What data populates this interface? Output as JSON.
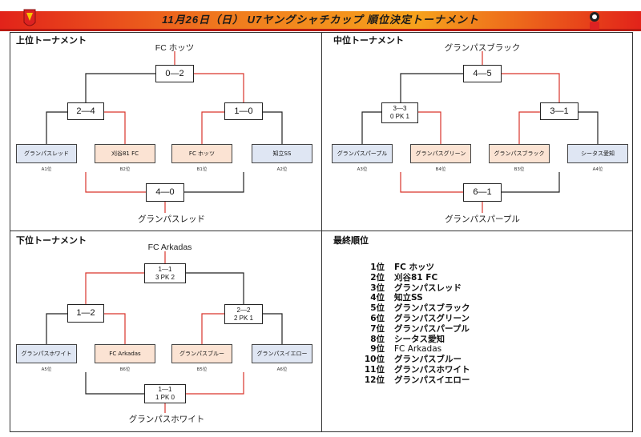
{
  "header": {
    "title": "11月26日（日） U7ヤングシャチカップ 順位決定トーナメント"
  },
  "upper": {
    "title": "上位トーナメント",
    "winner": "FC ホッツ",
    "final": "0―2",
    "semi_left": "2―4",
    "semi_right": "1―0",
    "third_match": "4―0",
    "third_winner": "グランパスレッド",
    "teams": [
      "グランパスレッド",
      "刈谷81 FC",
      "FC ホッツ",
      "知立SS"
    ],
    "seeds": [
      "A1位",
      "B2位",
      "B1位",
      "A2位"
    ]
  },
  "middle": {
    "title": "中位トーナメント",
    "winner": "グランパスブラック",
    "final": "4―5",
    "semi_left_score": "3―3",
    "semi_left_pk": "0 PK 1",
    "semi_right": "3―1",
    "third_match": "6―1",
    "third_winner": "グランパスパープル",
    "teams": [
      "グランパスパープル",
      "グランパスグリーン",
      "グランパスブラック",
      "シータス愛知"
    ],
    "seeds": [
      "A3位",
      "B4位",
      "B3位",
      "A4位"
    ]
  },
  "lower": {
    "title": "下位トーナメント",
    "winner": "FC Arkadas",
    "final_score": "1―1",
    "final_pk": "3 PK 2",
    "semi_left": "1―2",
    "semi_right_score": "2―2",
    "semi_right_pk": "2 PK 1",
    "third_score": "1―1",
    "third_pk": "1 PK 0",
    "third_winner": "グランパスホワイト",
    "teams": [
      "グランパスホワイト",
      "FC Arkadas",
      "グランパスブルー",
      "グランパスイエロー"
    ],
    "seeds": [
      "A5位",
      "B6位",
      "B5位",
      "A6位"
    ]
  },
  "final_ranking": {
    "title": "最終順位",
    "rows": [
      {
        "pos": "1位",
        "team": "FC ホッツ"
      },
      {
        "pos": "2位",
        "team": "刈谷81 FC"
      },
      {
        "pos": "3位",
        "team": "グランパスレッド"
      },
      {
        "pos": "4位",
        "team": "知立SS"
      },
      {
        "pos": "5位",
        "team": "グランパスブラック"
      },
      {
        "pos": "6位",
        "team": "グランパスグリーン"
      },
      {
        "pos": "7位",
        "team": "グランパスパープル"
      },
      {
        "pos": "8位",
        "team": "シータス愛知"
      },
      {
        "pos": "9位",
        "team": "FC Arkadas"
      },
      {
        "pos": "10位",
        "team": "グランパスブルー"
      },
      {
        "pos": "11位",
        "team": "グランパスホワイト"
      },
      {
        "pos": "12位",
        "team": "グランパスイエロー"
      }
    ]
  },
  "colors": {
    "winner_line": "#d9342b",
    "loser_line": "#222222",
    "team_blue": "#dfe6f3",
    "team_peach": "#fbe3d3",
    "banner_red": "#e2231a",
    "banner_orange": "#f6a21c"
  }
}
